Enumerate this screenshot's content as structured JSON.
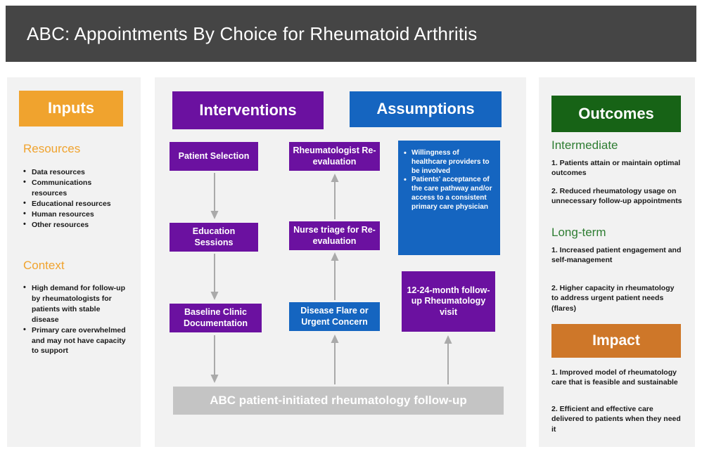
{
  "header": {
    "title": "ABC: Appointments By Choice for Rheumatoid Arthritis"
  },
  "colors": {
    "header_bar": "#454545",
    "panel_bg": "#f2f2f2",
    "inputs_accent": "#F0A32E",
    "interventions_accent": "#6B11A0",
    "assumptions_accent": "#1565C0",
    "outcomes_accent": "#176316",
    "impact_accent": "#CE7729",
    "arrow": "#aaaaaa",
    "gray_box": "#c4c4c4"
  },
  "inputs": {
    "banner": "Inputs",
    "resources_heading": "Resources",
    "resources": [
      "Data resources",
      "Communications resources",
      "Educational resources",
      "Human resources",
      "Other resources"
    ],
    "context_heading": "Context",
    "context": [
      "High demand for follow-up by rheumatologists for patients with stable disease",
      "Primary care overwhelmed and may not have capacity to support"
    ]
  },
  "interventions": {
    "banner": "Interventions",
    "boxes": {
      "patient_selection": "Patient Selection",
      "education_sessions": "Education Sessions",
      "baseline_clinic": "Baseline Clinic Documentation",
      "rheumatologist_reevaluation": "Rheumatologist Re-evaluation",
      "nurse_triage": "Nurse triage for Re-evaluation",
      "followup_visit": "12-24-month follow-up Rheumatology visit"
    }
  },
  "assumptions": {
    "banner": "Assumptions",
    "bullets": [
      "Willingness of healthcare providers to be involved",
      "Patients' acceptance of the care pathway and/or access to a consistent primary care physician"
    ],
    "disease_flare_box": "Disease Flare or Urgent Concern"
  },
  "pathway": {
    "label": "ABC patient-initiated rheumatology follow-up"
  },
  "outcomes": {
    "banner": "Outcomes",
    "intermediate_heading": "Intermediate",
    "intermediate": [
      "1. Patients attain or maintain optimal outcomes",
      "2. Reduced rheumatology usage on unnecessary follow-up appointments"
    ],
    "longterm_heading": "Long-term",
    "longterm": [
      "1. Increased patient engagement and self-management",
      "2. Higher capacity in rheumatology to address urgent patient needs (flares)"
    ],
    "impact_banner": "Impact",
    "impact": [
      "1. Improved model of rheumatology care that is feasible and sustainable",
      "2. Efficient and effective care delivered to patients when they need it"
    ]
  }
}
